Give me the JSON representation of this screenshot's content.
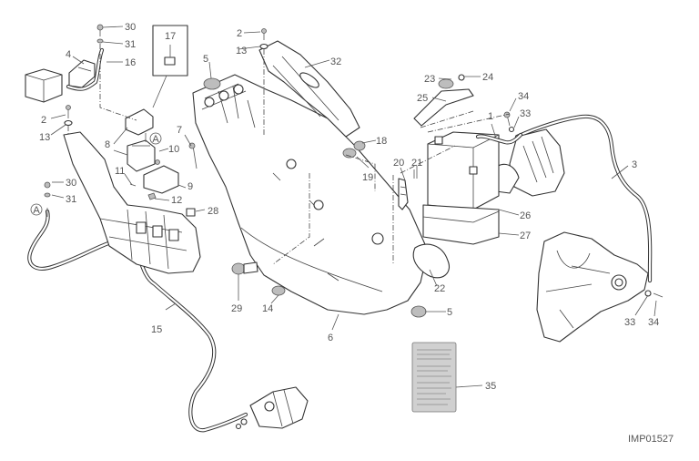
{
  "diagram": {
    "drawing_code": "IMP01527",
    "detail_marker": "A",
    "callouts": {
      "c30a": "30",
      "c31a": "31",
      "c16": "16",
      "c4": "4",
      "c17": "17",
      "c2a": "2",
      "c13a": "13",
      "c8": "8",
      "c10": "10",
      "c7": "7",
      "c11": "11",
      "c9": "9",
      "c12": "12",
      "c28": "28",
      "c30b": "30",
      "c31b": "31",
      "c5a": "5",
      "c2b": "2",
      "c13b": "13",
      "c32": "32",
      "c18": "18",
      "c19": "19",
      "c23": "23",
      "c24": "24",
      "c25": "25",
      "c34a": "34",
      "c33a": "33",
      "c1": "1",
      "c3": "3",
      "c20": "20",
      "c21": "21",
      "c26": "26",
      "c27": "27",
      "c22": "22",
      "c5b": "5",
      "c29": "29",
      "c14": "14",
      "c6": "6",
      "c15": "15",
      "c35": "35",
      "c33b": "33",
      "c34b": "34"
    }
  }
}
